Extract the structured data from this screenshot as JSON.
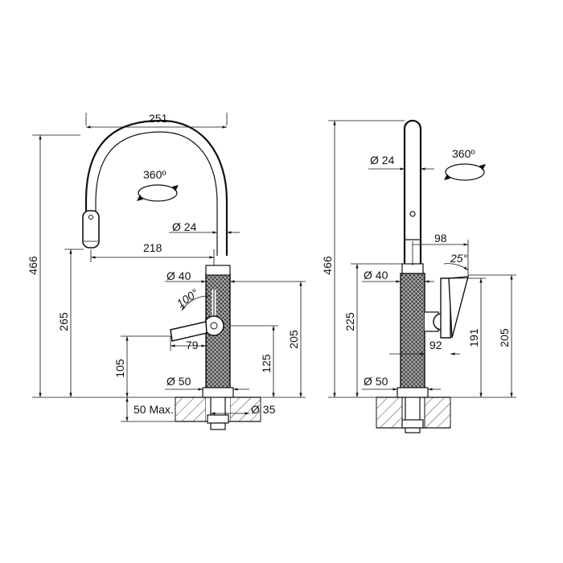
{
  "left_view": {
    "dim_width_total": "251",
    "dim_rotation": "360º",
    "dim_spout_diameter": "Ø 24",
    "dim_reach": "218",
    "dim_body_diameter": "Ø 40",
    "dim_handle_angle": "100°",
    "dim_handle_reach": "79",
    "dim_height_total": "466",
    "dim_height_outlet": "265",
    "dim_height_handle": "105",
    "dim_height_lever": "125",
    "dim_height_body": "205",
    "dim_base_diameter": "Ø 50",
    "dim_counter_max": "50 Max.",
    "dim_hole_diameter": "Ø 35"
  },
  "right_view": {
    "dim_spout_diameter": "Ø 24",
    "dim_rotation": "360º",
    "dim_handle_offset": "98",
    "dim_handle_angle": "25°",
    "dim_body_diameter": "Ø 40",
    "dim_height_total": "466",
    "dim_height_body": "225",
    "dim_height_lever": "191",
    "dim_height_top": "205",
    "dim_handle_depth": "92",
    "dim_base_diameter": "Ø 50"
  }
}
